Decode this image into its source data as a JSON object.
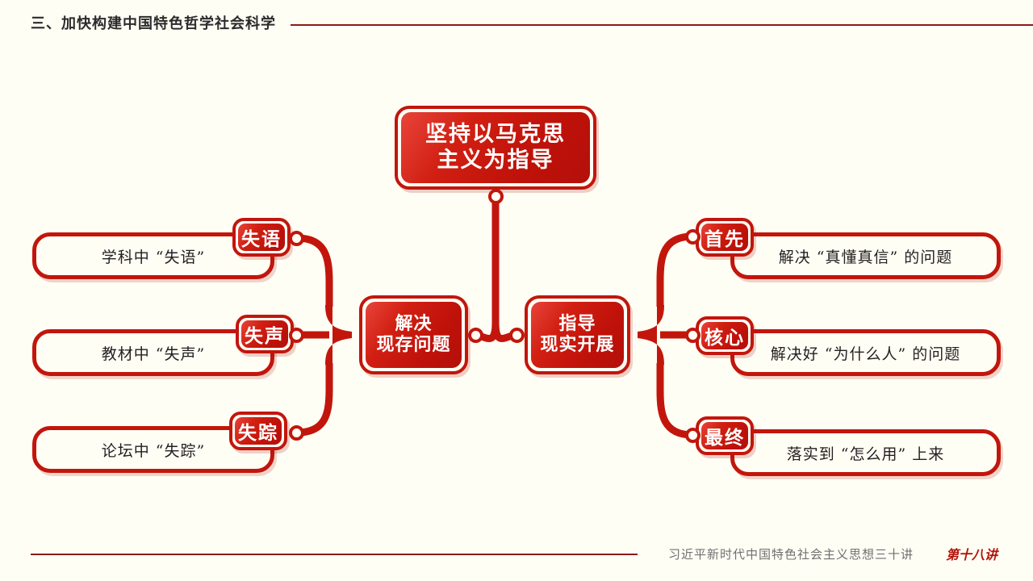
{
  "header": {
    "title": "三、加快构建中国特色哲学社会科学",
    "rule_color": "#8C1A13"
  },
  "footer": {
    "series": "习近平新时代中国特色社会主义思想三十讲",
    "lecture": "第十八讲",
    "rule_color": "#8C1A13"
  },
  "theme": {
    "background": "#FFFEF5",
    "primary_red": "#C2160C",
    "fill_red": "#C8140A",
    "text_dark": "#231f20"
  },
  "diagram": {
    "top_node": {
      "label": "坚持以马克思\n主义为指导"
    },
    "center_nodes": [
      {
        "label": "解决\n现存问题"
      },
      {
        "label": "指导\n现实开展"
      }
    ],
    "left_branches": [
      {
        "badge": "失语",
        "text": "学科中 “失语”"
      },
      {
        "badge": "失声",
        "text": "教材中 “失声”"
      },
      {
        "badge": "失踪",
        "text": "论坛中 “失踪”"
      }
    ],
    "right_branches": [
      {
        "badge": "首先",
        "text": "解决 “真懂真信” 的问题"
      },
      {
        "badge": "核心",
        "text": "解决好 “为什么人” 的问题"
      },
      {
        "badge": "最终",
        "text": "落实到 “怎么用” 上来"
      }
    ]
  }
}
